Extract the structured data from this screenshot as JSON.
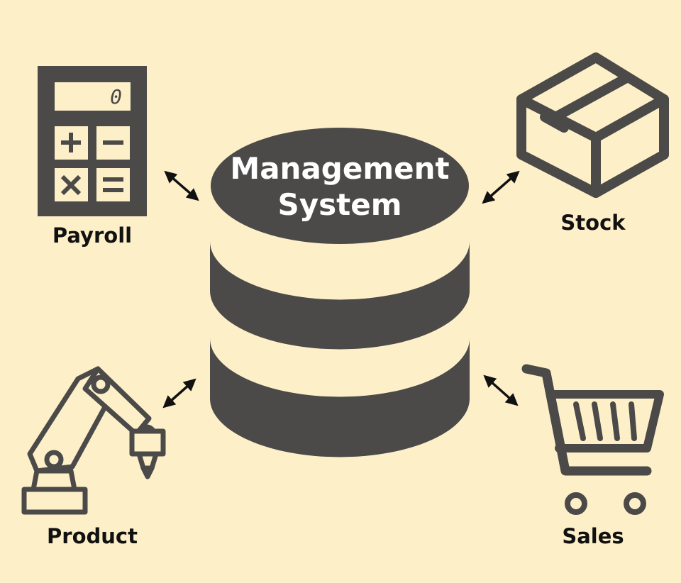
{
  "colors": {
    "background": "#fdf0c9",
    "database": "#4b4a49",
    "icon_stroke": "#4b4a49",
    "arrow": "#111111",
    "title_text": "#ffffff",
    "label_text": "#111111"
  },
  "center": {
    "icon": "database-icon",
    "title_line1": "Management",
    "title_line2": "System"
  },
  "nodes": {
    "payroll": {
      "label": "Payroll",
      "icon": "calculator-icon",
      "display_value": "0"
    },
    "stock": {
      "label": "Stock",
      "icon": "box-icon"
    },
    "product": {
      "label": "Product",
      "icon": "robot-arm-icon"
    },
    "sales": {
      "label": "Sales",
      "icon": "shopping-cart-icon"
    }
  }
}
